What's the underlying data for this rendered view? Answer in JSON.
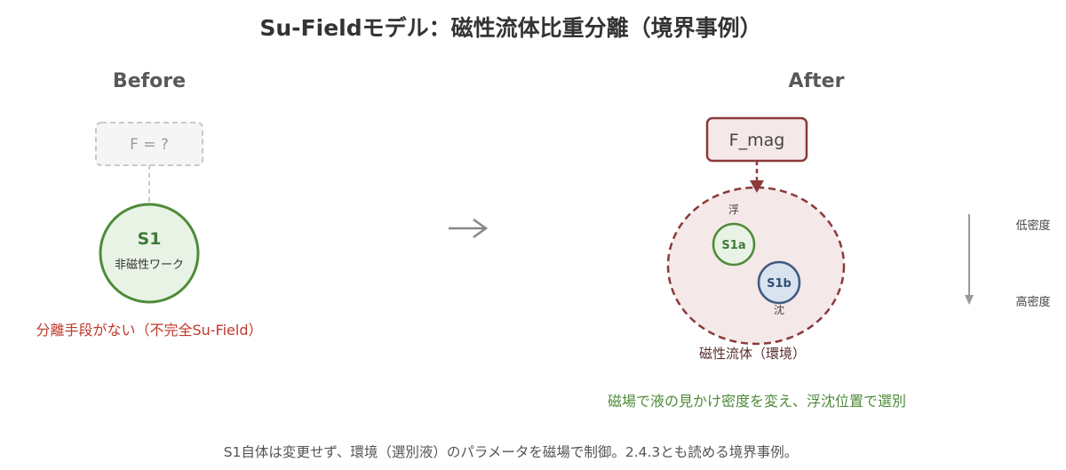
{
  "title": "Su-Fieldモデル：磁性流体比重分離（境界事例）",
  "before": {
    "heading": "Before",
    "field_placeholder": "F = ?",
    "substance": {
      "name": "S1",
      "sub_label": "非磁性ワーク"
    },
    "note": "分離手段がない（不完全Su-Field）"
  },
  "arrow_glyph": "→",
  "after": {
    "heading": "After",
    "field": "F_mag",
    "float_label": "浮",
    "sink_label": "沈",
    "s1a": "S1a",
    "s1b": "S1b",
    "environment_label": "磁性流体（環境）",
    "caption": "磁場で液の見かけ密度を変え、浮沈位置で選別",
    "density_low": "低密度",
    "density_high": "高密度"
  },
  "footer": "S1自体は変更せず、環境（選別液）のパラメータを磁場で制御。2.4.3とも読める境界事例。",
  "colors": {
    "green": "#4e8b3a",
    "green_fill": "#e9f3e5",
    "maroon": "#8a3a3a",
    "maroon_fill": "#f5e8e8",
    "blue": "#3d5a80",
    "blue_fill": "#d9e2ef",
    "gray_dashed": "#c8c8c8",
    "red_text": "#c0392b"
  }
}
